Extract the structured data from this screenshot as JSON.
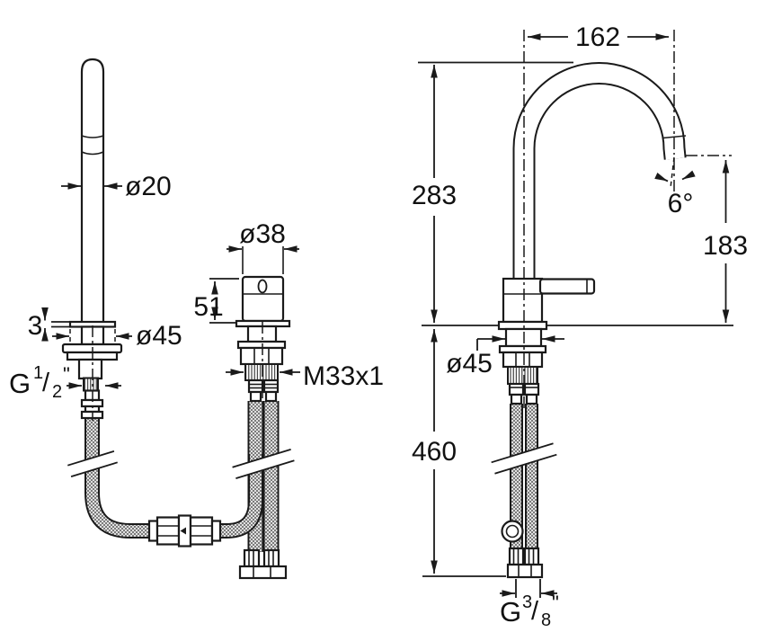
{
  "colors": {
    "line": "#1a1a1a",
    "background": "#ffffff"
  },
  "front_view": {
    "spout_diameter": "ø20",
    "deck_thickness": "3",
    "base_diameter": "ø45",
    "inlet_thread": {
      "prefix": "G",
      "numerator": "1",
      "slash": "/",
      "denominator": "2",
      "inch": "\""
    },
    "cartridge_diameter": "ø38",
    "cartridge_height": "51",
    "body_thread": "M33x1"
  },
  "side_view": {
    "spout_reach": "162",
    "spout_height": "283",
    "outlet_height": "183",
    "hose_length": "460",
    "outlet_angle": "6°",
    "base_diameter": "ø45",
    "supply_thread": {
      "prefix": "G",
      "numerator": "3",
      "slash": "/",
      "denominator": "8",
      "inch": "\""
    }
  }
}
